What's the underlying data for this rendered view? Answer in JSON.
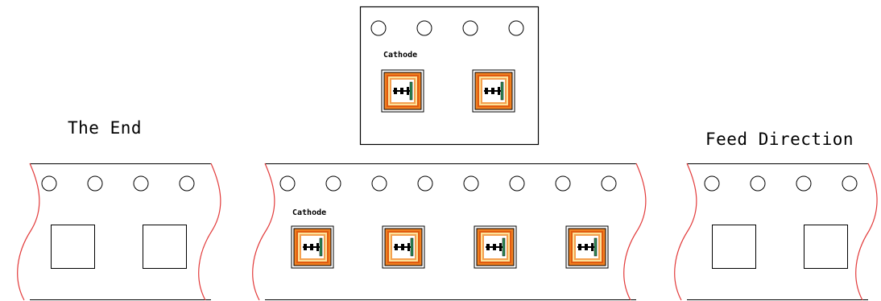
{
  "labels": {
    "the_end": "The End",
    "feed_direction": "Feed Direction",
    "cathode": "Cathode"
  },
  "colors": {
    "tape_edge": "#e23a3a",
    "outline": "#000000",
    "led_orange": "#f08020",
    "led_fill": "#fde29a",
    "led_green": "#2e8b57"
  }
}
